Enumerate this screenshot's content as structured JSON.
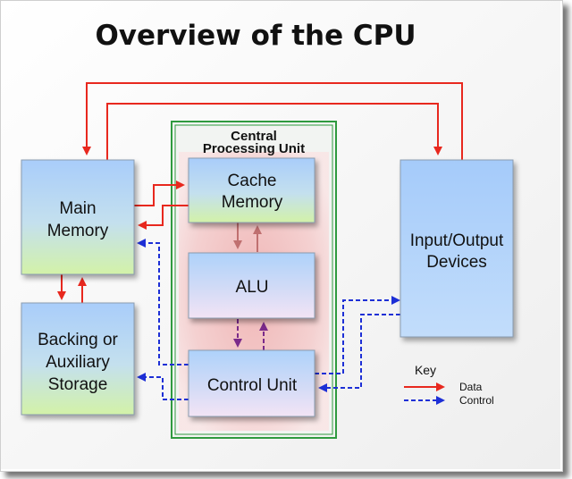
{
  "title": "Overview of the CPU",
  "cpu": {
    "label_line1": "Central",
    "label_line2": "Processing Unit"
  },
  "boxes": {
    "main_memory": {
      "line1": "Main",
      "line2": "Memory"
    },
    "backing_storage": {
      "line1": "Backing or",
      "line2": "Auxiliary",
      "line3": "Storage"
    },
    "cache_memory": {
      "line1": "Cache",
      "line2": "Memory"
    },
    "alu": {
      "line1": "ALU"
    },
    "control_unit": {
      "line1": "Control Unit"
    },
    "io_devices": {
      "line1": "Input/Output",
      "line2": "Devices"
    }
  },
  "key": {
    "title": "Key",
    "data_label": "Data",
    "control_label": "Control"
  },
  "colors": {
    "data_arrow": "#e8281e",
    "control_arrow": "#1d2fd6",
    "alu_arrow": "#c07070",
    "cu_arrow": "#7a2a8a",
    "cpu_border": "#2f9a3f"
  }
}
